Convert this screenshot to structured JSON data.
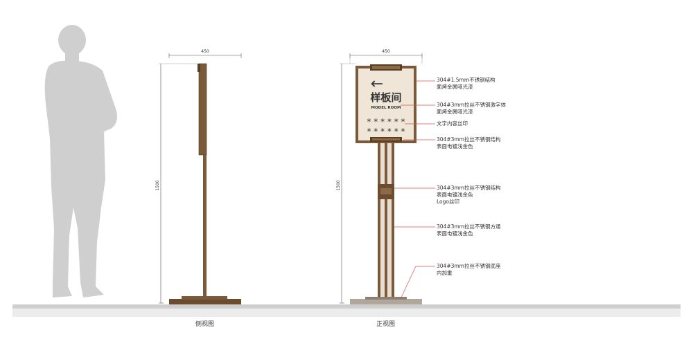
{
  "dimensions": {
    "side_width": "450",
    "side_height": "1500",
    "front_width": "450",
    "front_height": "1500"
  },
  "sign": {
    "arrow": "←",
    "title": "样板间",
    "subtitle": "MODEL ROOM",
    "stars_row1": "* * * * * *",
    "stars_row2": "* * * * * *"
  },
  "annotations": [
    {
      "line1": "304#1.5mm不锈钢结构",
      "line2": "面烤金属哑光漆"
    },
    {
      "line1": "304#3mm拉丝不锈钢激字体",
      "line2": "面烤金属哑光漆"
    },
    {
      "line1": "文字内容丝印",
      "line2": ""
    },
    {
      "line1": "304#3mm拉丝不锈钢结构",
      "line2": "表面电镀浅金色"
    },
    {
      "line1": "304#3mm拉丝不锈钢结构",
      "line2": "表面电镀浅金色",
      "line3": "Logo丝印"
    },
    {
      "line1": "304#3mm拉丝不锈钢方通",
      "line2": "表面电镀浅金色"
    },
    {
      "line1": "304#3mm拉丝不锈钢底座",
      "line2": "内加重"
    }
  ],
  "captions": {
    "side_view": "侧视图",
    "front_view": "正视图"
  },
  "colors": {
    "bronze": "#7a5a3a",
    "bronze_dark": "#5a3e24",
    "panel": "#efe6d8",
    "leader": "#d9534f",
    "silhouette": "#cfcfcf",
    "ground": "#bdbdbd"
  }
}
